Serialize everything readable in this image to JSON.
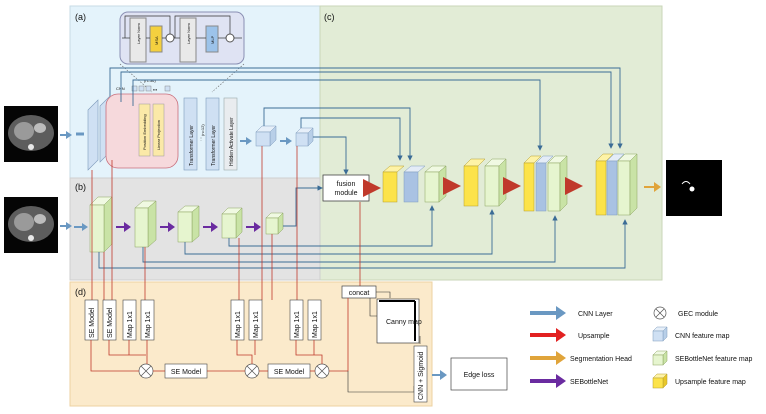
{
  "panels": {
    "a": "(a)",
    "b": "(b)",
    "c": "(c)",
    "d": "(d)"
  },
  "transformer_block": {
    "layer_norm_1": "Layer Norm",
    "msa": "MSA",
    "layer_norm_2": "Layer Norm",
    "mlp": "MLP",
    "plus": "+"
  },
  "branch_a": {
    "cnn": "CNN",
    "n_label": "(n=36)",
    "position_embedding": "Position Embedding",
    "linear_projection": "Linear Projection",
    "transformer_layer_1": "Transformer Layer",
    "n12": "(n=12)",
    "ellipsis": "⋮",
    "transformer_layer_2": "Transformer Layer",
    "hidden_activate": "Hidden Activate Layer"
  },
  "fusion": {
    "line1": "fusion",
    "line2": "module"
  },
  "branch_d": {
    "concat": "concat",
    "canny_map": "Canny map",
    "se_model_v1": "SE Model",
    "se_model_v2": "SE Model",
    "map1": "Map 1x1",
    "map2": "Map 1x1",
    "map3": "Map 1x1",
    "map4": "Map 1x1",
    "map5": "Map 1x1",
    "map6": "Map 1x1",
    "se_model_h1": "SE Model",
    "se_model_h2": "SE Model",
    "cnn_sigmoid": "CNN + Sigmoid",
    "edge_loss": "Edge loss"
  },
  "legend": {
    "cnn_layer": "CNN Layer",
    "upsample": "Upsample",
    "segmentation_head": "Segmentation Head",
    "sebottlenet": "SEBottleNet",
    "gec_module": "GEC module",
    "cnn_feature_map": "CNN feature map",
    "sebottlenet_feature_map": "SEBottleNet feature map",
    "upsample_feature_map": "Upsample feature map"
  },
  "colors": {
    "panel_a": "#e4f3fb",
    "panel_b": "#e3e3e3",
    "panel_c": "#e2ecd6",
    "panel_d": "#fbeacb",
    "cnn_arrow": "#6a98c2",
    "upsample_arrow": "#e22121",
    "seg_arrow": "#e0a43a",
    "se_arrow": "#6a2ba0",
    "blue_box": "#cfe0f3",
    "green_box": "#e6f5cf",
    "yellow_box": "#fce34a",
    "line_blue": "#3b6c96",
    "line_red": "#c0392b"
  }
}
